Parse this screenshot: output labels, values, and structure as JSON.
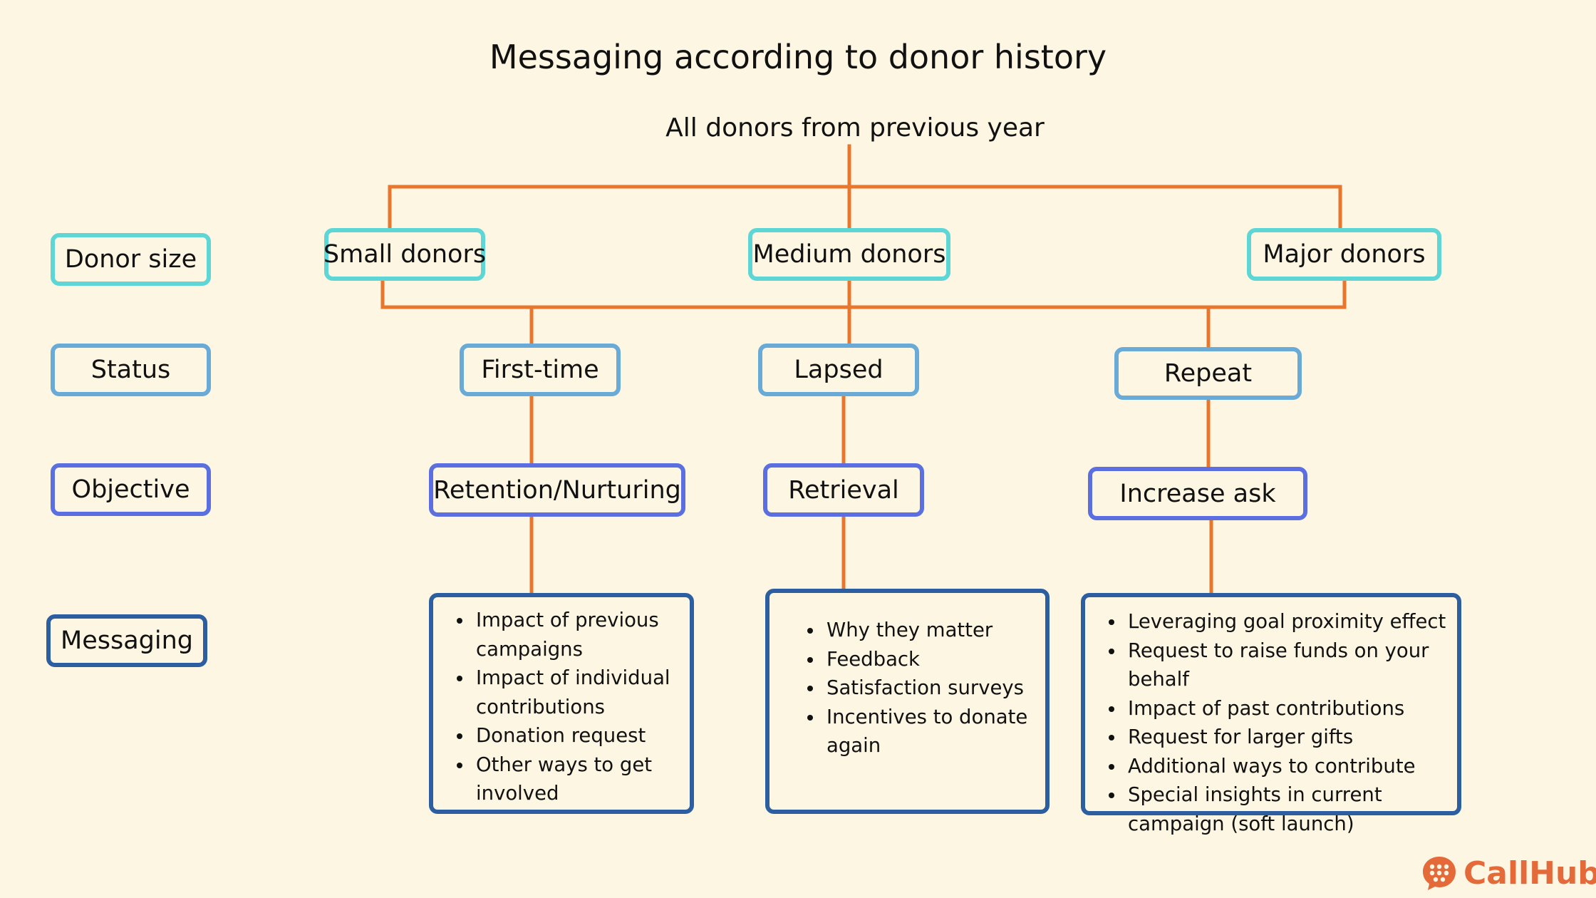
{
  "title": "Messaging according to donor history",
  "root": "All donors from previous year",
  "row_labels": {
    "donor_size": "Donor size",
    "status": "Status",
    "objective": "Objective",
    "messaging": "Messaging"
  },
  "donor_sizes": {
    "small": "Small donors",
    "medium": "Medium donors",
    "major": "Major donors"
  },
  "statuses": {
    "first_time": "First-time",
    "lapsed": "Lapsed",
    "repeat": "Repeat"
  },
  "objectives": {
    "retention": "Retention/Nurturing",
    "retrieval": "Retrieval",
    "increase": "Increase ask"
  },
  "messaging": {
    "first_time": [
      "Impact of previous campaigns",
      "Impact of individual contributions",
      "Donation request",
      "Other ways to get involved"
    ],
    "lapsed": [
      "Why they matter",
      "Feedback",
      "Satisfaction surveys",
      "Incentives to donate again"
    ],
    "repeat": [
      "Leveraging goal proximity effect",
      "Request to raise funds on your behalf",
      "Impact of past contributions",
      "Request for larger gifts",
      "Additional ways to contribute",
      "Special insights in current campaign (soft launch)"
    ]
  },
  "colors": {
    "background": "#fdf6e3",
    "connector": "#e8762c",
    "donor_size_border": "#5ed6d6",
    "status_border": "#6aaad6",
    "objective_border": "#5b6fe0",
    "messaging_border": "#2c5ea0",
    "logo": "#e46a3a"
  },
  "logo": {
    "text": "CallHub",
    "icon": "chat-bubble-dots-icon"
  }
}
